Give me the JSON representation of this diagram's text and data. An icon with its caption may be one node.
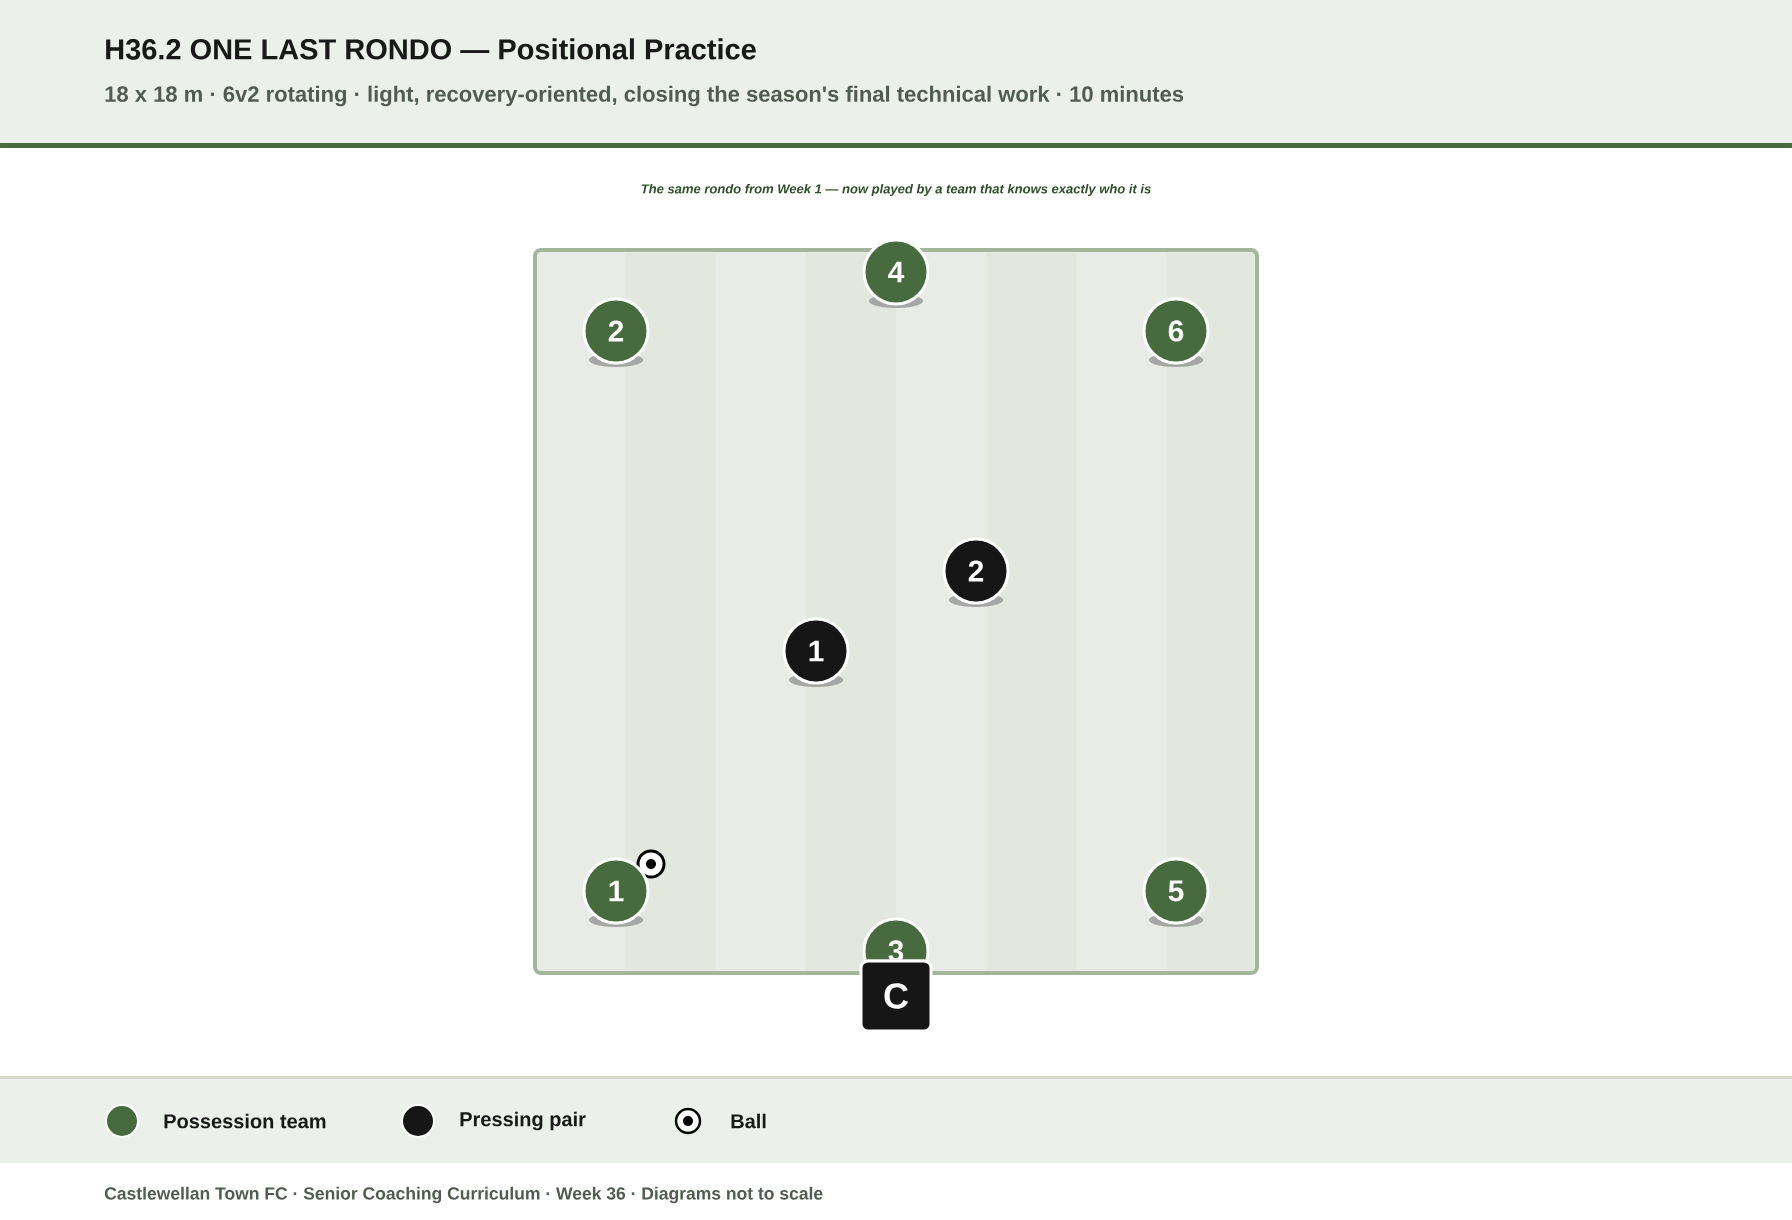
{
  "diagram": {
    "title": "H36.2 ONE LAST RONDO — Positional Practice",
    "nodes": [
      {
        "text": [],
        "shape": "box"
      },
      {
        "text": [
          "4"
        ]
      },
      {
        "text": [
          "2"
        ],
        "in": 0
      },
      {
        "text": [
          "6"
        ],
        "in": 0
      },
      {
        "text": [
          "2"
        ],
        "in": 0
      },
      {
        "text": [
          "1"
        ],
        "in": 0
      },
      {
        "text": [],
        "shape": "circle",
        "in": 0
      },
      {
        "text": [
          "1"
        ],
        "in": 0
      },
      {
        "text": [
          "5"
        ],
        "in": 0
      },
      {
        "text": [
          "3"
        ]
      },
      {
        "text": [
          "C"
        ]
      }
    ],
    "edges": [],
    "labels": [
      "18 x 18 m · 6v2 rotating · light, recovery-oriented, closing the season's final technical work · 10 minutes",
      "The same rondo from Week 1 — now played by a team that knows exactly who it is",
      "Castlewellan Town FC · Senior Coaching Curriculum · Week 36 · Diagrams not to scale"
    ],
    "legend": [
      {
        "text": "Possession team",
        "color": "#476b3f"
      },
      {
        "text": "Pressing pair",
        "color": "#161616"
      },
      {
        "text": "Ball"
      }
    ]
  }
}
